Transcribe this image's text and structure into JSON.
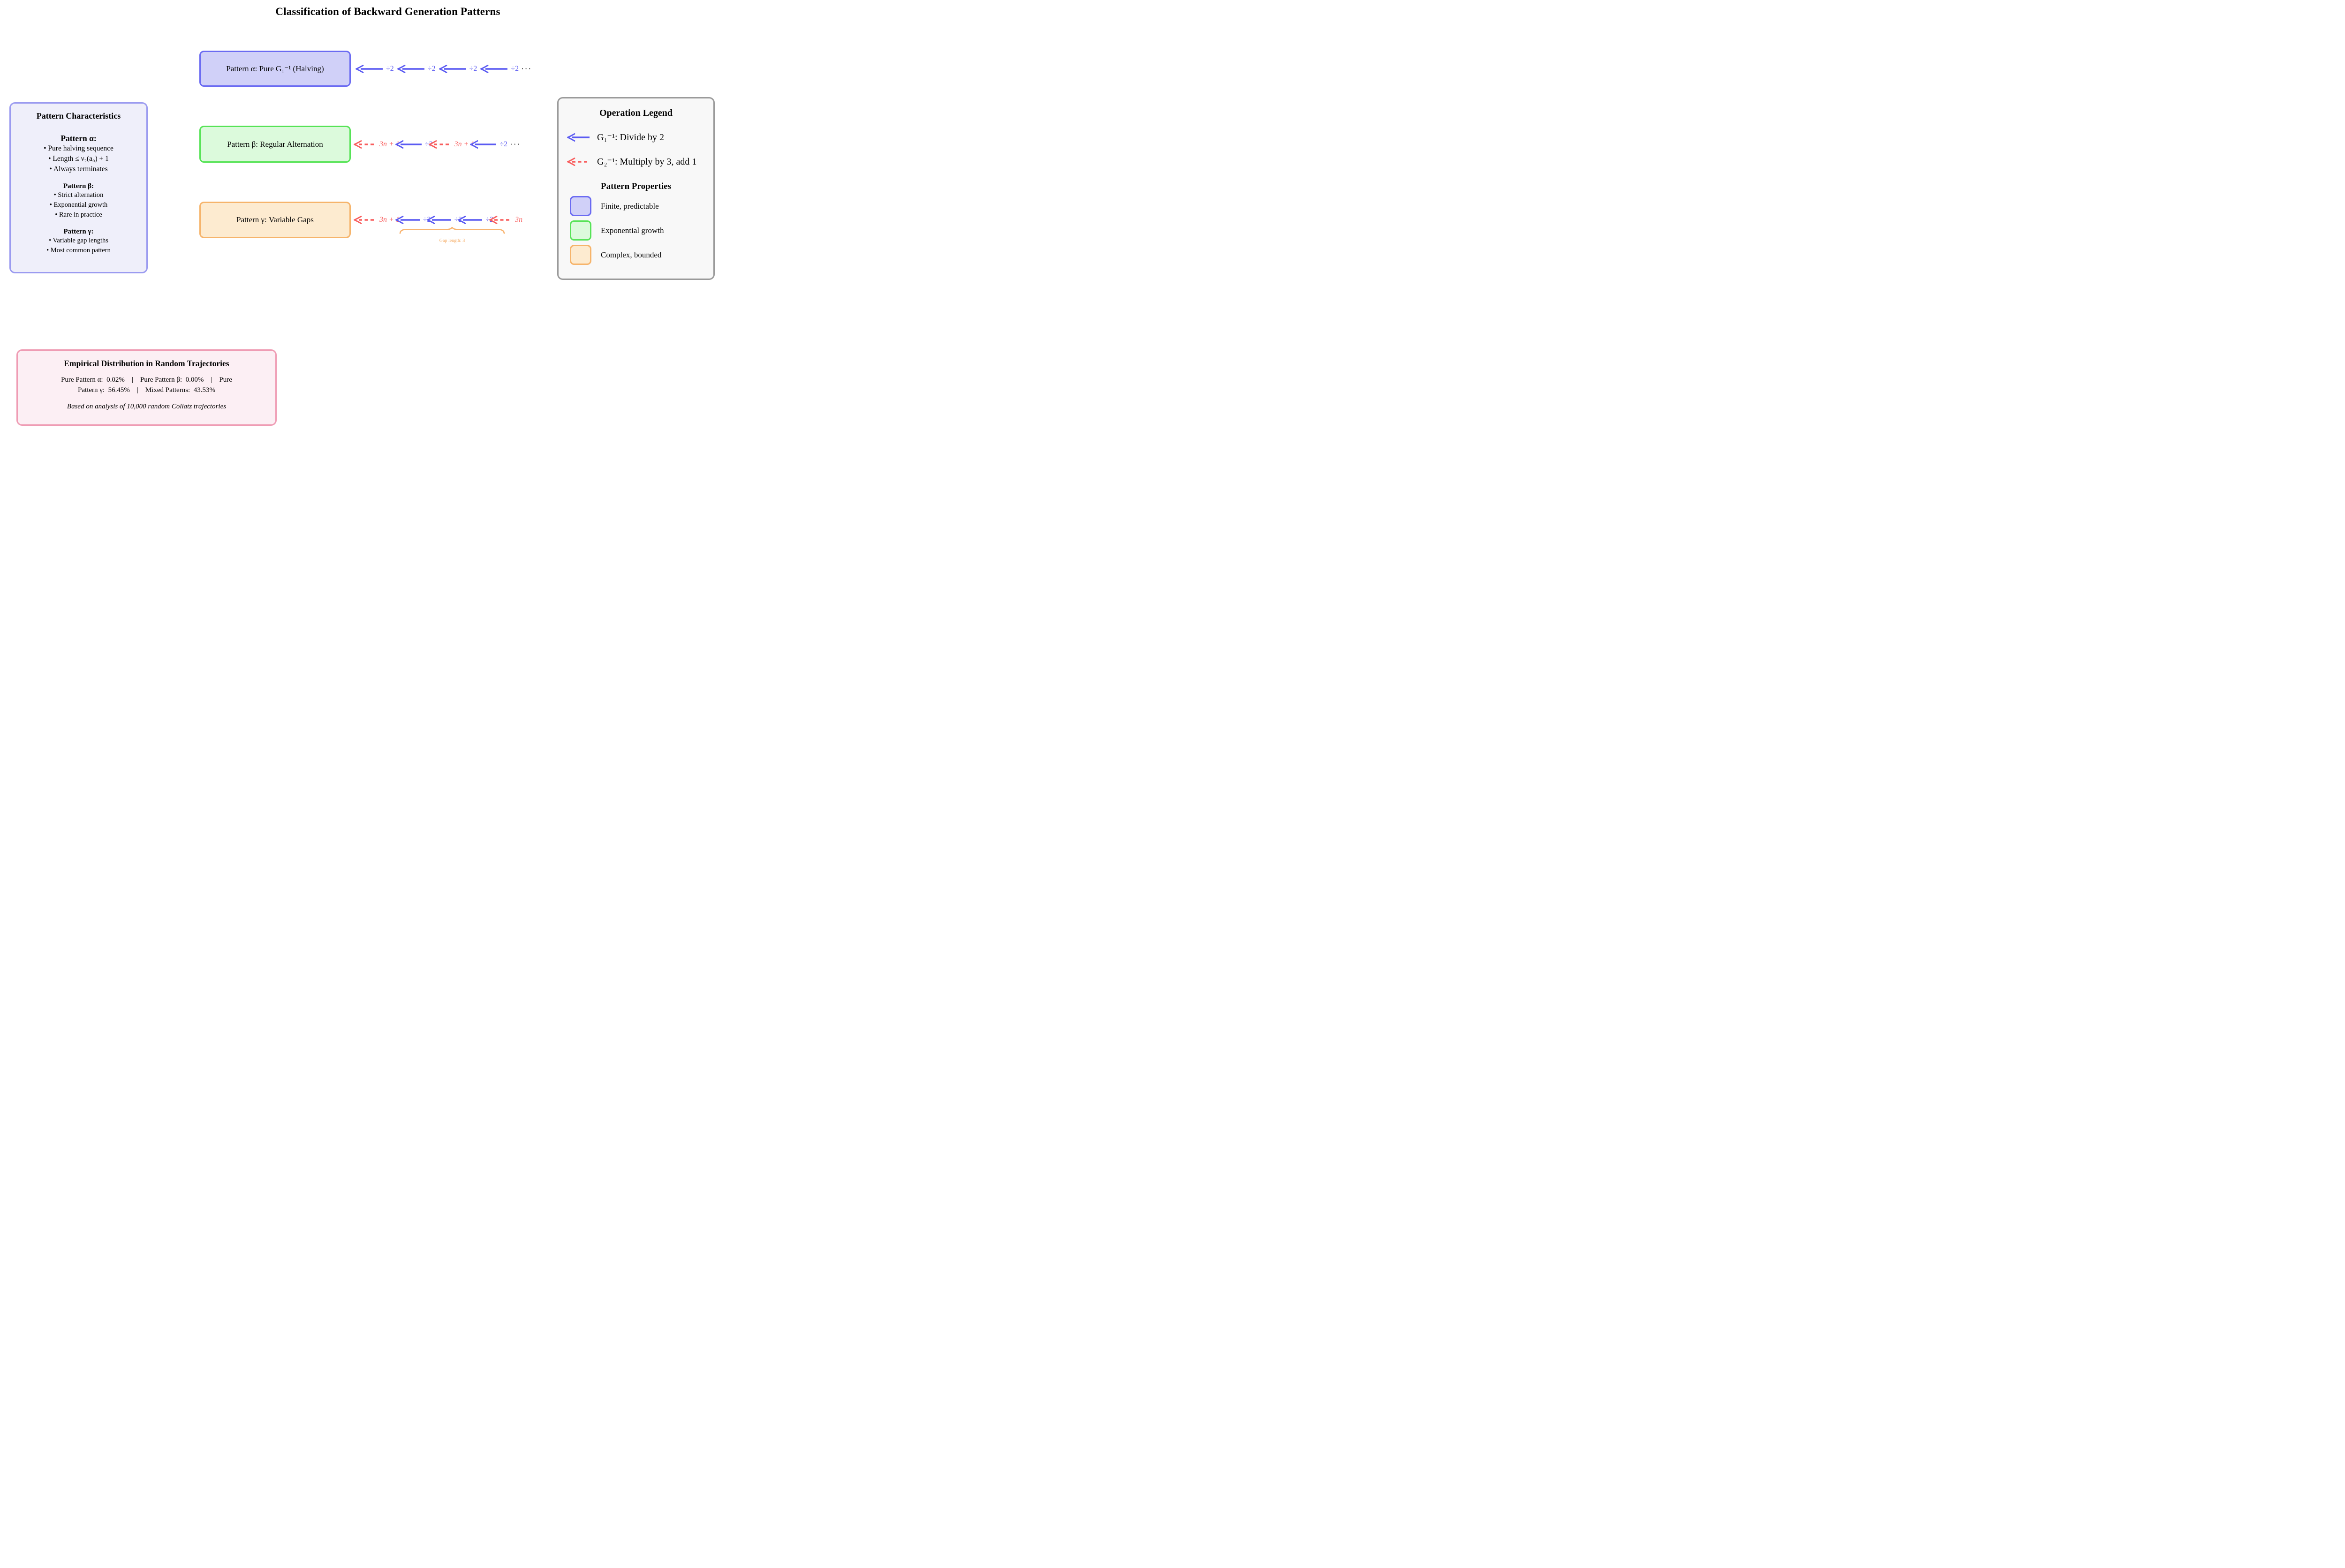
{
  "title": "Classification of Backward Generation Patterns",
  "colors": {
    "divide": "#5b5bf2",
    "multiply": "#f85e5e",
    "brace": "#f8b36e",
    "gap_label": "#f5a95f",
    "char_fill": "#efeffa",
    "char_border": "#9b9bf0",
    "legend_fill": "#f8f8f8",
    "legend_border": "#9a9a9a",
    "emp_fill": "#fceff4",
    "emp_border": "#ef9cb4"
  },
  "characteristics": {
    "title": "Pattern Characteristics",
    "sections": [
      {
        "heading": "Pattern α:",
        "large": true,
        "bullets": [
          "Pure halving sequence",
          "Length ≤ ν₂(a₀) + 1",
          "Always terminates"
        ]
      },
      {
        "heading": "Pattern β:",
        "large": false,
        "bullets": [
          "Strict alternation",
          "Exponential growth",
          "Rare in practice"
        ]
      },
      {
        "heading": "Pattern γ:",
        "large": false,
        "bullets": [
          "Variable gap lengths",
          "Most common pattern"
        ]
      }
    ]
  },
  "patterns": [
    {
      "id": "alpha",
      "label": "Pattern α: Pure G₁⁻¹ (Halving)",
      "fill": "#d0d0f8",
      "border": "#6b6bf2",
      "sequence": [
        {
          "t": "arrow",
          "k": "div",
          "w": 62
        },
        {
          "t": "label",
          "k": "div",
          "v": "÷2"
        },
        {
          "t": "arrow",
          "k": "div",
          "w": 62
        },
        {
          "t": "label",
          "k": "div",
          "v": "÷2"
        },
        {
          "t": "arrow",
          "k": "div",
          "w": 62
        },
        {
          "t": "label",
          "k": "div",
          "v": "÷2"
        },
        {
          "t": "arrow",
          "k": "div",
          "w": 62
        },
        {
          "t": "label",
          "k": "div",
          "v": "÷2"
        },
        {
          "t": "dots",
          "v": "···"
        }
      ]
    },
    {
      "id": "beta",
      "label": "Pattern β: Regular Alternation",
      "fill": "#dcfadc",
      "border": "#57e357",
      "sequence": [
        {
          "t": "arrow",
          "k": "mul",
          "w": 52
        },
        {
          "t": "label",
          "k": "mul",
          "v": "3n + 1"
        },
        {
          "t": "arrow",
          "k": "div",
          "w": 60,
          "ov": true
        },
        {
          "t": "label",
          "k": "div",
          "v": "÷2"
        },
        {
          "t": "arrow",
          "k": "mul",
          "w": 52,
          "ov": true
        },
        {
          "t": "label",
          "k": "mul",
          "v": "3n + 1"
        },
        {
          "t": "arrow",
          "k": "div",
          "w": 60,
          "ov": true
        },
        {
          "t": "label",
          "k": "div",
          "v": "÷2"
        },
        {
          "t": "dots",
          "v": "···"
        }
      ]
    },
    {
      "id": "gamma",
      "label": "Pattern γ: Variable Gaps",
      "fill": "#fdebd0",
      "border": "#f6b46b",
      "sequence": [
        {
          "t": "arrow",
          "k": "mul",
          "w": 52
        },
        {
          "t": "label",
          "k": "mul",
          "v": "3n + 1"
        },
        {
          "t": "arrow",
          "k": "div",
          "w": 56,
          "ov": true
        },
        {
          "t": "label",
          "k": "div",
          "v": "÷2"
        },
        {
          "t": "arrow",
          "k": "div",
          "w": 56,
          "ov": true
        },
        {
          "t": "label",
          "k": "div",
          "v": "÷2"
        },
        {
          "t": "arrow",
          "k": "div",
          "w": 56,
          "ov": true
        },
        {
          "t": "label",
          "k": "div",
          "v": "÷2"
        },
        {
          "t": "arrow",
          "k": "mul",
          "w": 52,
          "ov": true
        },
        {
          "t": "label",
          "k": "mul",
          "v": "3n"
        }
      ]
    }
  ],
  "gap_annotation": {
    "label": "Gap length: 3"
  },
  "legend": {
    "title": "Operation Legend",
    "operations": [
      {
        "arrow": "div",
        "label": "G₁⁻¹: Divide by 2"
      },
      {
        "arrow": "mul",
        "label": "G₂⁻¹: Multiply by 3, add 1"
      }
    ],
    "properties_title": "Pattern Properties",
    "properties": [
      {
        "fill": "#d0d0f8",
        "border": "#6b6bf2",
        "label": "Finite, predictable"
      },
      {
        "fill": "#dcfadc",
        "border": "#57e357",
        "label": "Exponential growth"
      },
      {
        "fill": "#fdebd0",
        "border": "#f6b46b",
        "label": "Complex, bounded"
      }
    ]
  },
  "empirical": {
    "title": "Empirical Distribution in Random Trajectories",
    "stats_lines": [
      "Pure Pattern α:  0.02%    |    Pure Pattern β:  0.00%    |    Pure",
      "Pattern γ:  56.45%    |    Mixed Patterns:  43.53%"
    ],
    "note": "Based on analysis of 10,000 random Collatz trajectories"
  }
}
